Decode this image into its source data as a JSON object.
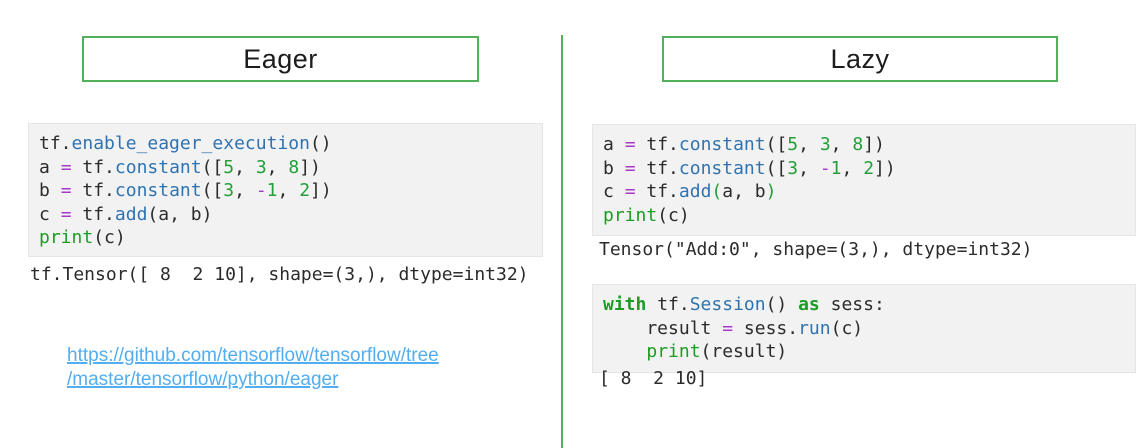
{
  "slide": {
    "accent_green": "#50b15a",
    "code_background": "#f2f2f2",
    "link_color": "#52aef0",
    "syntax_colors": {
      "plain": "#2b2b2b",
      "function": "#2e73b0",
      "operator": "#a837cc",
      "number": "#21a038",
      "keyword": "#1d9b23"
    }
  },
  "left": {
    "title": "Eager",
    "code": {
      "lines": [
        [
          {
            "t": "tf.",
            "c": "pl"
          },
          {
            "t": "enable_eager_execution",
            "c": "fn"
          },
          {
            "t": "()",
            "c": "pl"
          }
        ],
        [
          {
            "t": "a ",
            "c": "pl"
          },
          {
            "t": "=",
            "c": "op"
          },
          {
            "t": " tf.",
            "c": "pl"
          },
          {
            "t": "constant",
            "c": "fn"
          },
          {
            "t": "([",
            "c": "pl"
          },
          {
            "t": "5",
            "c": "num"
          },
          {
            "t": ", ",
            "c": "pl"
          },
          {
            "t": "3",
            "c": "num"
          },
          {
            "t": ", ",
            "c": "pl"
          },
          {
            "t": "8",
            "c": "num"
          },
          {
            "t": "])",
            "c": "pl"
          }
        ],
        [
          {
            "t": "b ",
            "c": "pl"
          },
          {
            "t": "=",
            "c": "op"
          },
          {
            "t": " tf.",
            "c": "pl"
          },
          {
            "t": "constant",
            "c": "fn"
          },
          {
            "t": "([",
            "c": "pl"
          },
          {
            "t": "3",
            "c": "num"
          },
          {
            "t": ", ",
            "c": "pl"
          },
          {
            "t": "-",
            "c": "op"
          },
          {
            "t": "1",
            "c": "num"
          },
          {
            "t": ", ",
            "c": "pl"
          },
          {
            "t": "2",
            "c": "num"
          },
          {
            "t": "])",
            "c": "pl"
          }
        ],
        [
          {
            "t": "c ",
            "c": "pl"
          },
          {
            "t": "=",
            "c": "op"
          },
          {
            "t": " tf.",
            "c": "pl"
          },
          {
            "t": "add",
            "c": "fn"
          },
          {
            "t": "(a, b)",
            "c": "pl"
          }
        ],
        [
          {
            "t": "print",
            "c": "kw"
          },
          {
            "t": "(c)",
            "c": "pl"
          }
        ]
      ]
    },
    "output": "tf.Tensor([ 8  2 10], shape=(3,), dtype=int32)",
    "link": {
      "line1": "https://github.com/tensorflow/tensorflow/tree",
      "line2": "/master/tensorflow/python/eager"
    }
  },
  "right": {
    "title": "Lazy",
    "code1": {
      "lines": [
        [
          {
            "t": "a ",
            "c": "pl"
          },
          {
            "t": "=",
            "c": "op"
          },
          {
            "t": " tf.",
            "c": "pl"
          },
          {
            "t": "constant",
            "c": "fn"
          },
          {
            "t": "([",
            "c": "pl"
          },
          {
            "t": "5",
            "c": "num"
          },
          {
            "t": ", ",
            "c": "pl"
          },
          {
            "t": "3",
            "c": "num"
          },
          {
            "t": ", ",
            "c": "pl"
          },
          {
            "t": "8",
            "c": "num"
          },
          {
            "t": "])",
            "c": "pl"
          }
        ],
        [
          {
            "t": "b ",
            "c": "pl"
          },
          {
            "t": "=",
            "c": "op"
          },
          {
            "t": " tf.",
            "c": "pl"
          },
          {
            "t": "constant",
            "c": "fn"
          },
          {
            "t": "([",
            "c": "pl"
          },
          {
            "t": "3",
            "c": "num"
          },
          {
            "t": ", ",
            "c": "pl"
          },
          {
            "t": "-",
            "c": "op"
          },
          {
            "t": "1",
            "c": "num"
          },
          {
            "t": ", ",
            "c": "pl"
          },
          {
            "t": "2",
            "c": "num"
          },
          {
            "t": "])",
            "c": "pl"
          }
        ],
        [
          {
            "t": "c ",
            "c": "pl"
          },
          {
            "t": "=",
            "c": "op"
          },
          {
            "t": " tf.",
            "c": "pl"
          },
          {
            "t": "add",
            "c": "fn"
          },
          {
            "t": "(",
            "c": "num"
          },
          {
            "t": "a, b",
            "c": "pl"
          },
          {
            "t": ")",
            "c": "num"
          }
        ],
        [
          {
            "t": "print",
            "c": "kw"
          },
          {
            "t": "(c)",
            "c": "pl"
          }
        ]
      ]
    },
    "output1": "Tensor(\"Add:0\", shape=(3,), dtype=int32)",
    "code2": {
      "lines": [
        [
          {
            "t": "with",
            "c": "kwb"
          },
          {
            "t": " tf.",
            "c": "pl"
          },
          {
            "t": "Session",
            "c": "fn"
          },
          {
            "t": "() ",
            "c": "pl"
          },
          {
            "t": "as",
            "c": "kwb"
          },
          {
            "t": " sess:",
            "c": "pl"
          }
        ],
        [
          {
            "t": "    result ",
            "c": "pl"
          },
          {
            "t": "=",
            "c": "op"
          },
          {
            "t": " sess.",
            "c": "pl"
          },
          {
            "t": "run",
            "c": "fn"
          },
          {
            "t": "(c)",
            "c": "pl"
          }
        ],
        [
          {
            "t": "    ",
            "c": "pl"
          },
          {
            "t": "print",
            "c": "kw"
          },
          {
            "t": "(result)",
            "c": "pl"
          }
        ]
      ]
    },
    "output2": "[ 8  2 10]"
  }
}
